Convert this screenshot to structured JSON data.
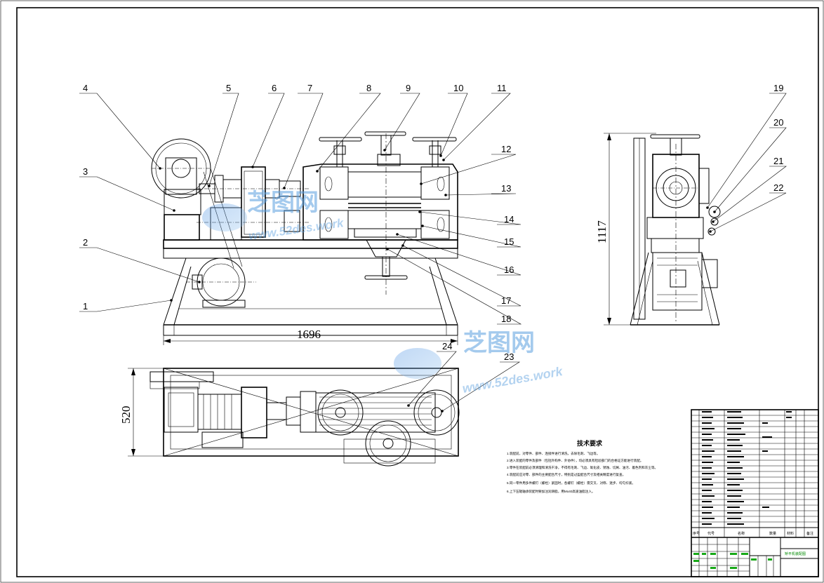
{
  "drawing": {
    "callouts": [
      "1",
      "2",
      "3",
      "4",
      "5",
      "6",
      "7",
      "8",
      "9",
      "10",
      "11",
      "12",
      "13",
      "14",
      "15",
      "16",
      "17",
      "18",
      "19",
      "20",
      "21",
      "22",
      "23",
      "24"
    ],
    "dimensions": {
      "overall_length": "1696",
      "overall_height": "1117",
      "overall_width": "520"
    }
  },
  "watermark": {
    "brand_cn": "芝图网",
    "brand_url": "www.52des.work"
  },
  "technical_requirements": {
    "title": "技术要求",
    "items": [
      "1.装配前，对零件、部件、连接件进行清洗，去除毛刺、飞边等。",
      "2.进入装配的零件及部件（包括外购件、外协件），均必须具有检验部门的合格证方能进行装配。",
      "3.零件在装配前必须清理和清洗干净，不得有毛刺、飞边、氧化皮、锈蚀、切屑、油污、着色剂和灰尘等。",
      "4.装配前应对零、部件的主要配合尺寸，特别是过盈配合尺寸及相关精度进行复查。",
      "5.同一零件用多件螺钉（螺栓）紧固时，各螺钉（螺栓）需交叉、对称、逐步、均匀拧紧。",
      "6.上下压辊轴承装配时要加注润滑脂，用Mo40高速油脂注入。"
    ]
  },
  "title_block": {
    "headers": [
      "序号",
      "代号",
      "名称",
      "数量",
      "材料",
      "备注"
    ],
    "drawing_title": "矫平机装配图"
  }
}
